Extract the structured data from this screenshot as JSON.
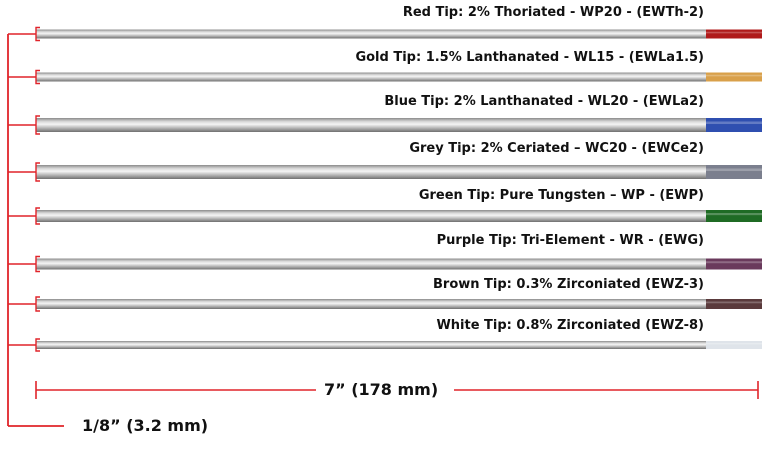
{
  "rods": [
    {
      "label": "Red Tip: 2% Thoriated - WP20 - (EWTh-2)",
      "tip_color": "#b01a1a",
      "tip_icon": "red-tip-icon"
    },
    {
      "label": "Gold Tip: 1.5% Lanthanated  - WL15 - (EWLa1.5)",
      "tip_color": "#d9a04a",
      "tip_icon": "gold-tip-icon"
    },
    {
      "label": "Blue Tip: 2% Lanthanated  - WL20 - (EWLa2)",
      "tip_color": "#2f4fb0",
      "tip_icon": "blue-tip-icon"
    },
    {
      "label": "Grey Tip: 2% Ceriated – WC20 - (EWCe2)",
      "tip_color": "#7b7f8e",
      "tip_icon": "grey-tip-icon"
    },
    {
      "label": "Green Tip: Pure Tungsten – WP - (EWP)",
      "tip_color": "#1f6b24",
      "tip_icon": "green-tip-icon"
    },
    {
      "label": "Purple Tip: Tri-Element  - WR - (EWG)",
      "tip_color": "#6a3a5c",
      "tip_icon": "purple-tip-icon"
    },
    {
      "label": "Brown Tip: 0.3% Zirconiated (EWZ-3)",
      "tip_color": "#5a3a3c",
      "tip_icon": "brown-tip-icon"
    },
    {
      "label": "White Tip: 0.8% Zirconiated (EWZ-8)",
      "tip_color": "#dfe4ea",
      "tip_icon": "white-tip-icon"
    }
  ],
  "dimensions": {
    "length": "7” (178 mm)",
    "diameter": "1/8” (3.2 mm)"
  },
  "colors": {
    "dimension_line": "#e0242a",
    "rod_light": "#e6e6e6",
    "rod_dark": "#8f8f8f"
  }
}
